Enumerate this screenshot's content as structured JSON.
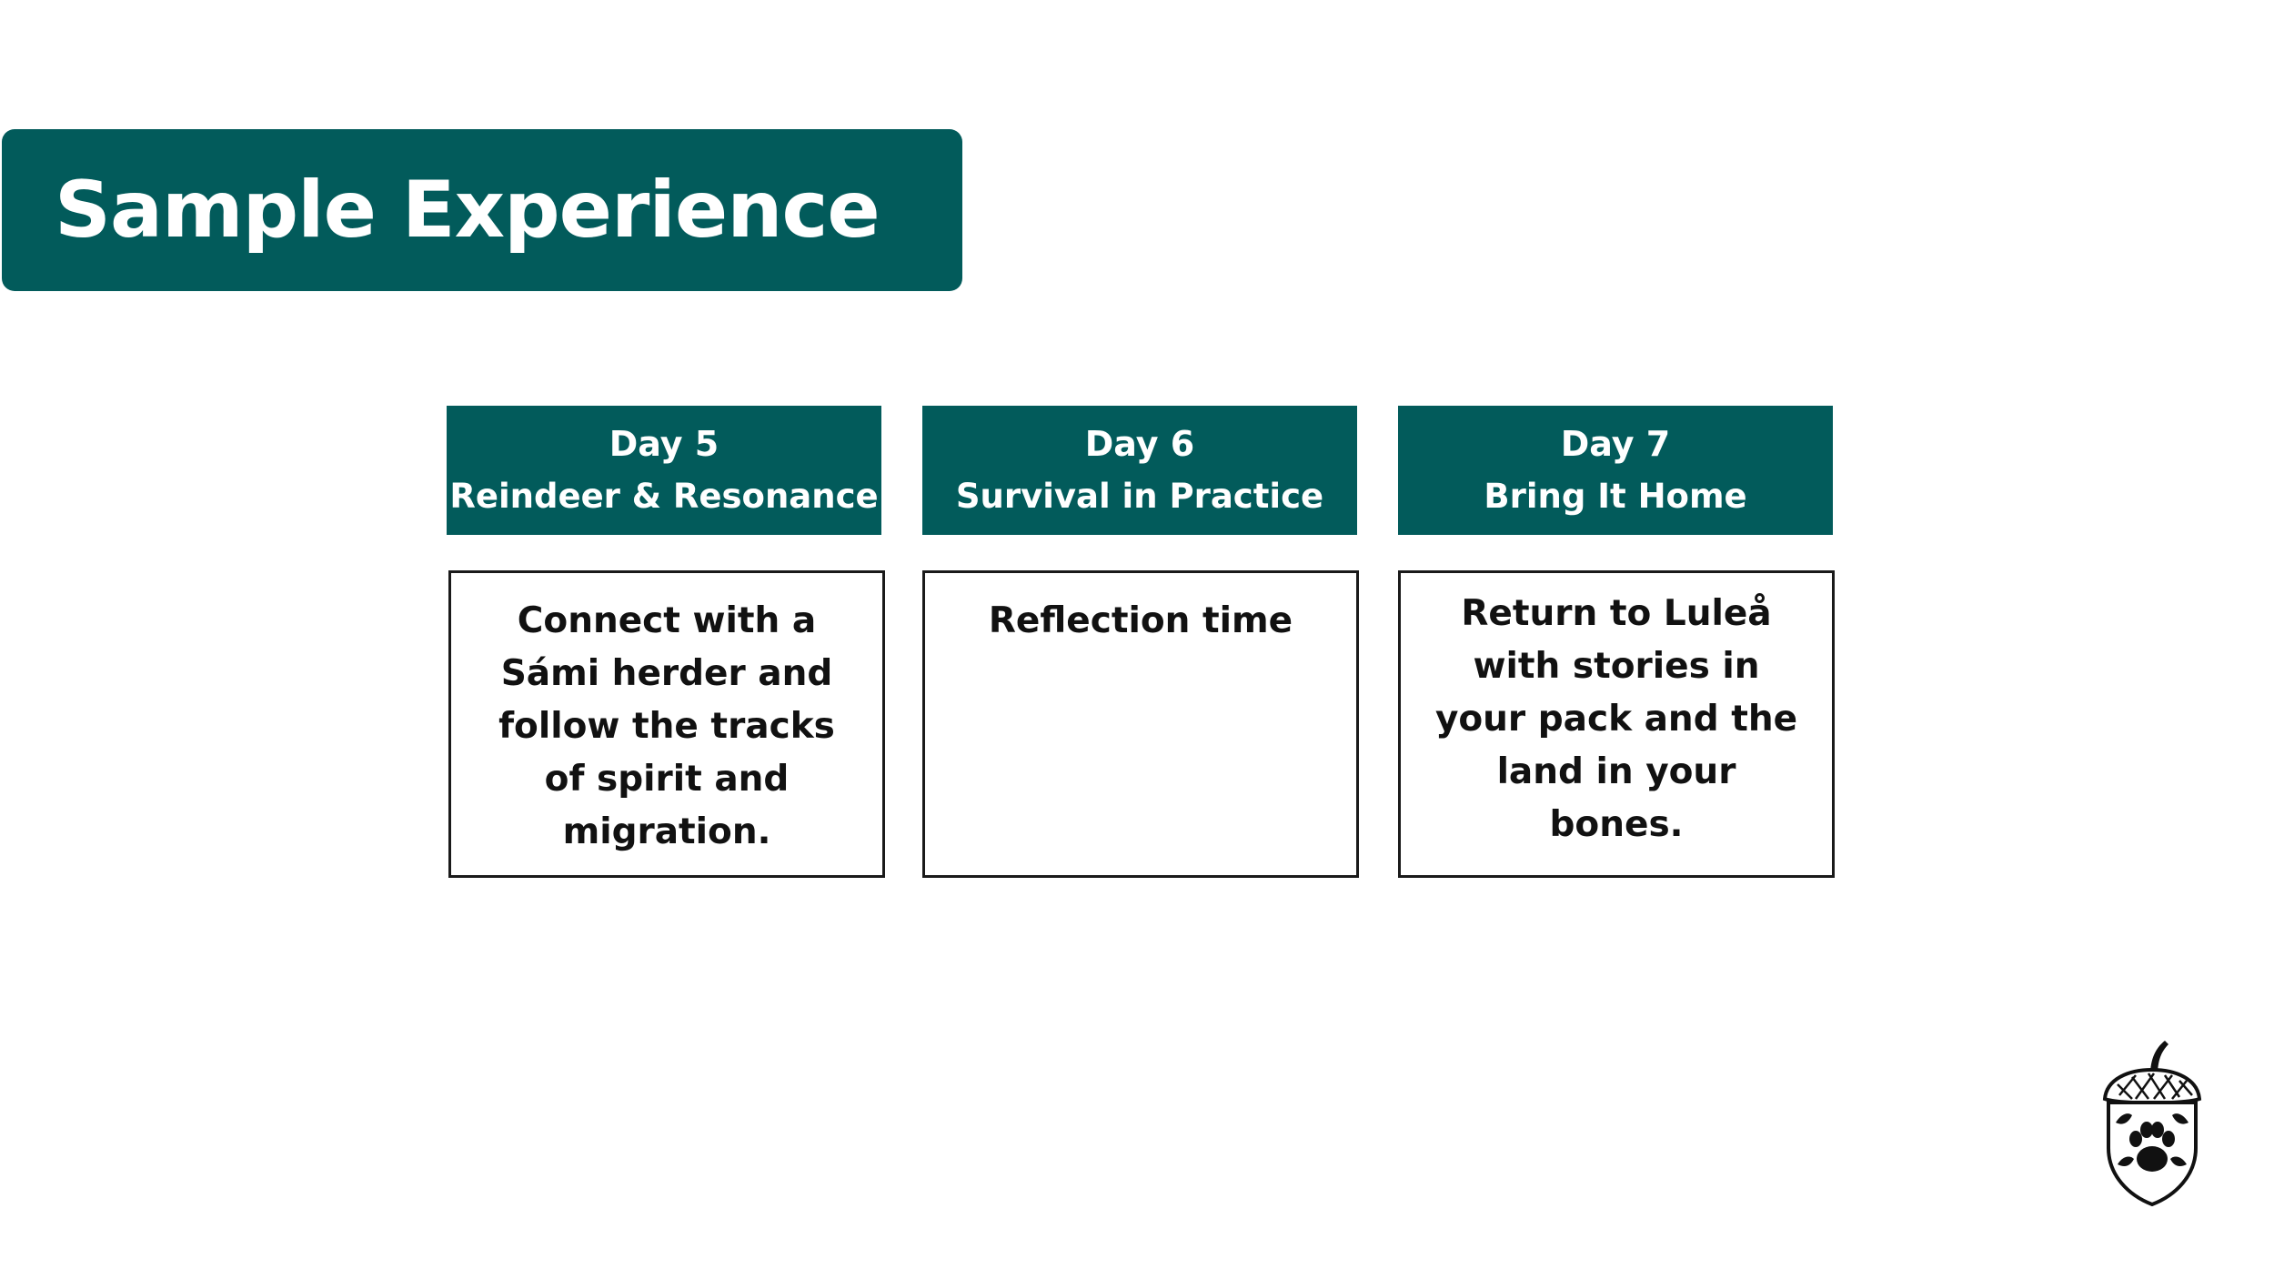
{
  "slide": {
    "title": "Sample Experience"
  },
  "days": [
    {
      "day": "Day 5",
      "subtitle": "Reindeer & Resonance",
      "description": "Connect with a Sámi herder and follow the tracks of spirit and migration."
    },
    {
      "day": "Day 6",
      "subtitle": "Survival in Practice",
      "description": "Reflection time"
    },
    {
      "day": "Day 7",
      "subtitle": "Bring It Home",
      "description": "Return to Luleå with stories in your pack and the land in your bones."
    }
  ],
  "colors": {
    "brand_teal": "#025b5b",
    "card_border": "#1a1a1a",
    "text_dark": "#111111"
  },
  "icons": {
    "logo": "acorn-paw-crest-icon"
  }
}
